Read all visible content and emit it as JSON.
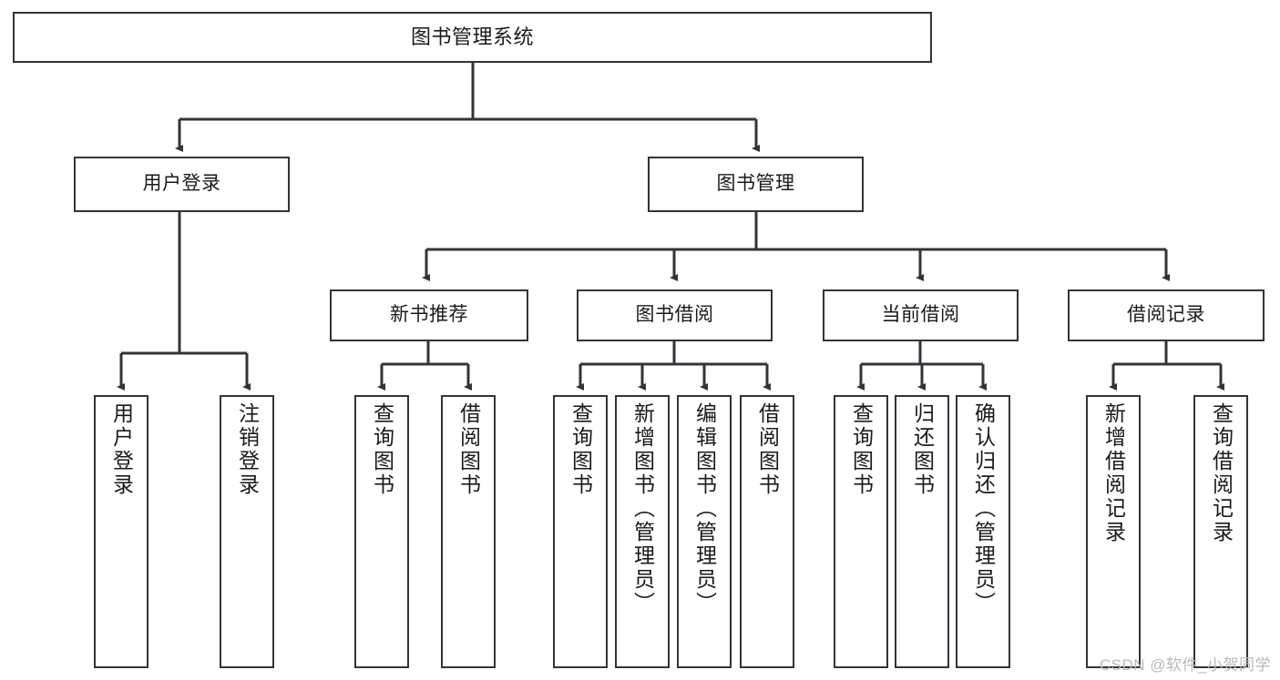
{
  "diagram": {
    "title_node": {
      "label": "图书管理系统"
    },
    "level2": [
      {
        "id": "user-login",
        "label": "用户登录"
      },
      {
        "id": "book-management",
        "label": "图书管理"
      }
    ],
    "level3": [
      {
        "id": "new-book-recommend",
        "label": "新书推荐"
      },
      {
        "id": "book-borrow",
        "label": "图书借阅"
      },
      {
        "id": "current-borrow",
        "label": "当前借阅"
      },
      {
        "id": "borrow-record",
        "label": "借阅记录"
      }
    ],
    "leaves": [
      {
        "id": "leaf-user-login",
        "label": "用户登录"
      },
      {
        "id": "leaf-logout-login",
        "label": "注销登录"
      },
      {
        "id": "leaf-query-book-1",
        "label": "查询图书"
      },
      {
        "id": "leaf-borrow-book-1",
        "label": "借阅图书"
      },
      {
        "id": "leaf-query-book-2",
        "label": "查询图书"
      },
      {
        "id": "leaf-add-book-admin",
        "label": "新增图书（管理员）"
      },
      {
        "id": "leaf-edit-book-admin",
        "label": "编辑图书（管理员）"
      },
      {
        "id": "leaf-borrow-book-2",
        "label": "借阅图书"
      },
      {
        "id": "leaf-query-book-3",
        "label": "查询图书"
      },
      {
        "id": "leaf-return-book",
        "label": "归还图书"
      },
      {
        "id": "leaf-confirm-return-admin",
        "label": "确认归还（管理员）"
      },
      {
        "id": "leaf-add-borrow-record",
        "label": "新增借阅记录"
      },
      {
        "id": "leaf-query-borrow-record",
        "label": "查询借阅记录"
      }
    ],
    "colors": {
      "stroke": "#33343a",
      "fill": "#ffffff",
      "text": "#1a1a1a",
      "watermark": "#b9b9bd"
    }
  },
  "watermark": {
    "text": "CSDN @软件_小贺同学"
  }
}
